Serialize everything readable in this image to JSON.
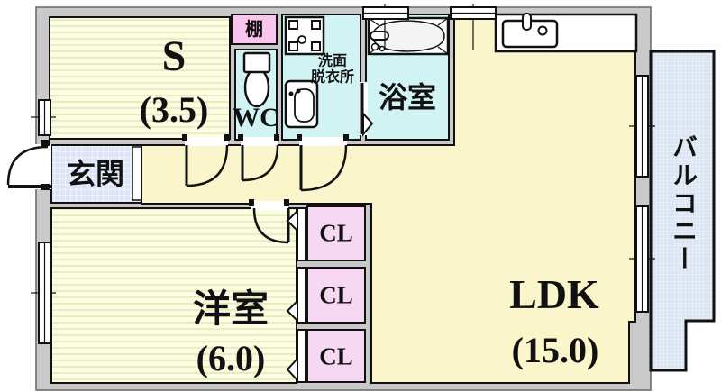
{
  "floorplan": {
    "rooms": {
      "storage": {
        "label": "S",
        "size": "(3.5)"
      },
      "shelf": {
        "label": "棚"
      },
      "toilet": {
        "label": "WC"
      },
      "washroom": {
        "label_line1": "洗面",
        "label_line2": "脱衣所"
      },
      "bathroom": {
        "label": "浴室"
      },
      "entrance": {
        "label": "玄関"
      },
      "western_room": {
        "label": "洋室",
        "size": "(6.0)"
      },
      "ldk": {
        "label": "LDK",
        "size": "(15.0)"
      },
      "closets": [
        {
          "label": "CL"
        },
        {
          "label": "CL"
        },
        {
          "label": "CL"
        }
      ],
      "balcony": {
        "label": "バルコニー"
      }
    },
    "fixtures": [
      "bathtub",
      "toilet",
      "washing-machine",
      "washbasin",
      "kitchen-sink"
    ],
    "colors": {
      "wall_gray": "#c9c9c9",
      "tatami_room_bg": "#fbfce3",
      "tatami_stripe": "#e9edbb",
      "flooring_yellow": "#faf5ca",
      "wet_area_cyan": "#d2f3f3",
      "closet_pink": "#f6d8f2",
      "shelf_pink": "#f9c5ee",
      "entrance_blue": "#dde4f6",
      "balcony_blue": "#dce6f3",
      "outline_black": "#111111"
    }
  }
}
